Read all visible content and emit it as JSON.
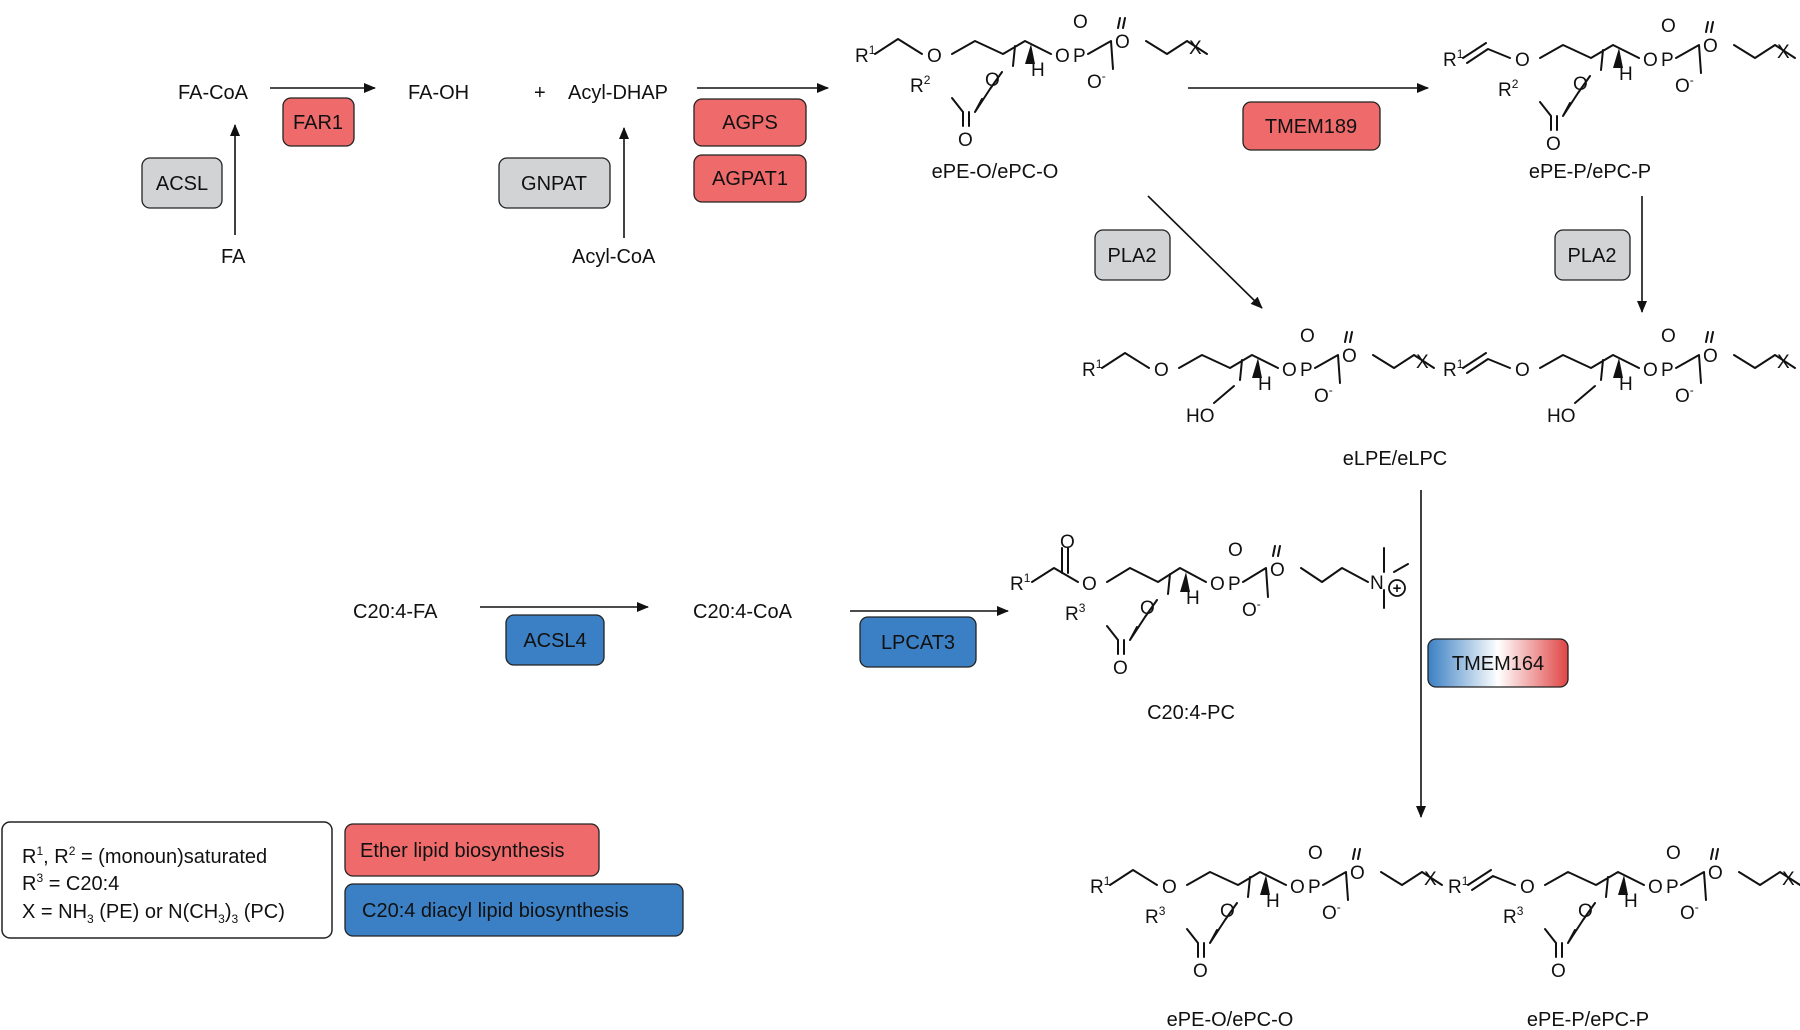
{
  "colors": {
    "ether": "#ef6b6b",
    "diacyl": "#3b80c4",
    "neutral": "#d1d3d4",
    "outline": "#222222"
  },
  "metabolites": {
    "fa_coa": "FA-CoA",
    "fa_oh": "FA-OH",
    "plus": "+",
    "acyl_dhap": "Acyl-DHAP",
    "fa": "FA",
    "acyl_coa": "Acyl-CoA",
    "c204_fa": "C20:4-FA",
    "c204_coa": "C20:4-CoA"
  },
  "enzymes": {
    "far1": "FAR1",
    "acsl": "ACSL",
    "gnpat": "GNPAT",
    "agps": "AGPS",
    "agpat1": "AGPAT1",
    "tmem189": "TMEM189",
    "pla2_left": "PLA2",
    "pla2_right": "PLA2",
    "acsl4": "ACSL4",
    "lpcat3": "LPCAT3",
    "tmem164": "TMEM164"
  },
  "structures": {
    "epe_o_top": "ePE-O/ePC-O",
    "epe_p_top": "ePE-P/ePC-P",
    "elpe": "eLPE/eLPC",
    "c204_pc": "C20:4-PC",
    "epe_o_bottom": "ePE-O/ePC-O",
    "epe_p_bottom": "ePE-P/ePC-P"
  },
  "atoms": {
    "r": "R",
    "o": "O",
    "p": "P",
    "x": "X",
    "h": "H",
    "ho": "HO",
    "n": "N",
    "minus": "-",
    "plus_charge": "+",
    "one": "1",
    "two": "2",
    "three": "3"
  },
  "legend": {
    "r_line_a": "R",
    "r_line_sup1": "1",
    "r_line_b": ", R",
    "r_line_sup2": "2",
    "r_line_c": " = (monoun)saturated",
    "r3_a": "R",
    "r3_sup": "3",
    "r3_b": " = C20:4",
    "x_a": "X = NH",
    "x_sub1": "3",
    "x_b": " (PE) or N(CH",
    "x_sub2": "3",
    "x_c": ")",
    "x_sub3": "3",
    "x_d": " (PC)",
    "ether_label": "Ether lipid biosynthesis",
    "diacyl_label": "C20:4 diacyl lipid biosynthesis"
  }
}
